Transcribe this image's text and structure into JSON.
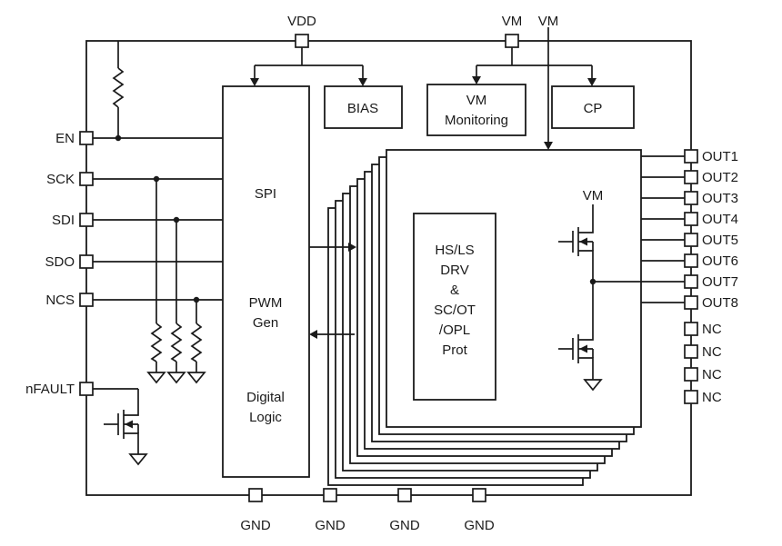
{
  "pins": {
    "top": [
      "VDD",
      "VM",
      "VM"
    ],
    "left": [
      "EN",
      "SCK",
      "SDI",
      "SDO",
      "NCS",
      "nFAULT"
    ],
    "right": [
      "OUT1",
      "OUT2",
      "OUT3",
      "OUT4",
      "OUT5",
      "OUT6",
      "OUT7",
      "OUT8",
      "NC",
      "NC",
      "NC",
      "NC"
    ],
    "bottom": [
      "GND",
      "GND",
      "GND",
      "GND"
    ]
  },
  "blocks": {
    "spi": "SPI",
    "pwm_gen": [
      "PWM",
      "Gen"
    ],
    "digital_logic": [
      "Digital",
      "Logic"
    ],
    "bias": "BIAS",
    "vm_monitoring": [
      "VM",
      "Monitoring"
    ],
    "cp": "CP",
    "drv_prot": [
      "HS/LS",
      "DRV",
      "&",
      "SC/OT",
      "/OPL",
      "Prot"
    ],
    "halfbridge_vm": "VM"
  },
  "colors": {
    "stroke": "#1a1a1a",
    "fill": "#ffffff"
  }
}
